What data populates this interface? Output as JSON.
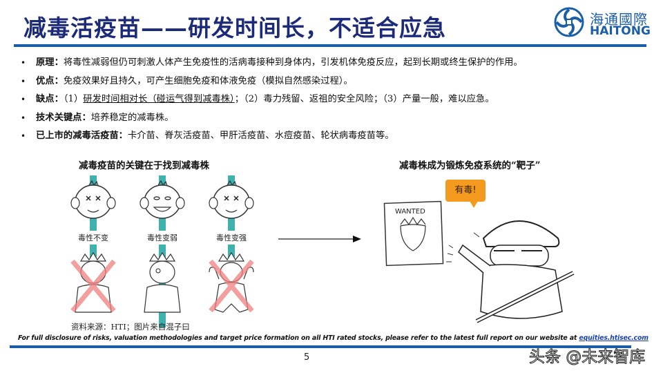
{
  "header": {
    "title": "减毒活疫苗——研发时间长，不适合应急",
    "logo": {
      "cn": "海通國際",
      "en": "HAITONG",
      "icon": "haitong-logo-icon",
      "color": "#1b5ea8"
    }
  },
  "bullets": [
    {
      "label": "原理：",
      "text": "将毒性减弱但仍可刺激人体产生免疫性的活病毒接种到身体内，引发机体免疫反应，起到长期或终生保护的作用。"
    },
    {
      "label": "优点：",
      "text": "免疫效果好且持久，可产生细胞免疫和体液免疫（模拟自然感染过程）。"
    },
    {
      "label": "缺点：",
      "pre": "（1）",
      "underlined": "研发时间相对长（碰运气得到减毒株）",
      "post": "；（2）毒力残留、返祖的安全风险；（3）产量一般，难以应急。"
    },
    {
      "label": "技术关键点：",
      "text": "培养稳定的减毒株。"
    },
    {
      "label": "已上市的减毒活疫苗：",
      "text": "卡介苗、脊灰活疫苗、甲肝活疫苗、水痘疫苗、轮状病毒疫苗等。"
    }
  ],
  "left_panel": {
    "title": "减毒疫苗的关键在于找到减毒株",
    "columns": [
      {
        "label": "毒性不变",
        "crossed": true
      },
      {
        "label": "毒性变弱",
        "crossed": false
      },
      {
        "label": "毒性变强",
        "crossed": true
      }
    ],
    "source": "资料来源：HTI；图片来自混子曰"
  },
  "right_panel": {
    "title": "减毒株成为锻炼免疫系统的“靶子”",
    "bubble": "有毒!",
    "poster": "WANTED"
  },
  "colors": {
    "accent_blue": "#1b5ea8",
    "title_navy": "#1c2a7a",
    "teal": "#3fb2b0",
    "bubble_orange": "#f39a1f",
    "cross_red": "#f08080"
  },
  "footer": {
    "disclaimer": "For full disclosure of risks, valuation methodologies and target price formation on all HTI rated stocks, please refer to the latest full report on our website at ",
    "link": "equities.htisec.com",
    "page": "5",
    "watermark": "头条 @未来智库"
  }
}
